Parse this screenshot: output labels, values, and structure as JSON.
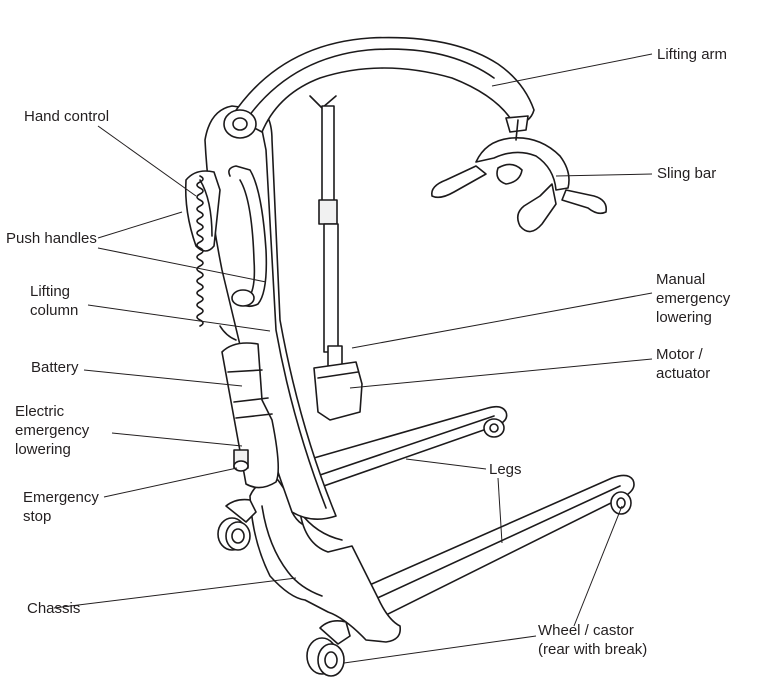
{
  "labels": {
    "lifting_arm": "Lifting arm",
    "hand_control": "Hand control",
    "sling_bar": "Sling bar",
    "push_handles": "Push handles",
    "lifting_column": "Lifting\ncolumn",
    "manual_emergency_lowering": "Manual\nemergency\nlowering",
    "battery": "Battery",
    "motor_actuator": "Motor /\nactuator",
    "electric_emergency_lowering": "Electric\nemergency\nlowering",
    "legs": "Legs",
    "emergency_stop": "Emergency\nstop",
    "chassis": "Chassis",
    "wheel_castor": "Wheel / castor\n(rear with break)"
  }
}
